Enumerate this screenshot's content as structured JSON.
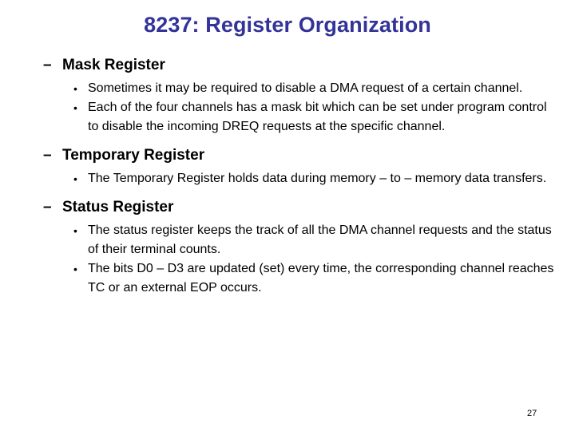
{
  "slide": {
    "title": "8237: Register Organization",
    "page_number": "27",
    "title_color": "#333399",
    "body_color": "#000000",
    "background_color": "#FFFFFF",
    "level1_marker": "–",
    "level2_marker": "•"
  },
  "sections": [
    {
      "heading": "Mask Register",
      "bullets": [
        "Sometimes it may be required to disable a DMA request of a certain channel.",
        "Each of the four channels has a mask bit which can be set under program control to disable the incoming DREQ requests at the specific channel."
      ]
    },
    {
      "heading": "Temporary Register",
      "bullets": [
        "The Temporary Register holds data during memory – to – memory data transfers."
      ]
    },
    {
      "heading": "Status Register",
      "bullets": [
        "The status register keeps the track of all the DMA channel requests and the status of their terminal counts.",
        "The bits D0 – D3 are updated (set) every time, the corresponding channel reaches TC or an external EOP occurs."
      ]
    }
  ]
}
